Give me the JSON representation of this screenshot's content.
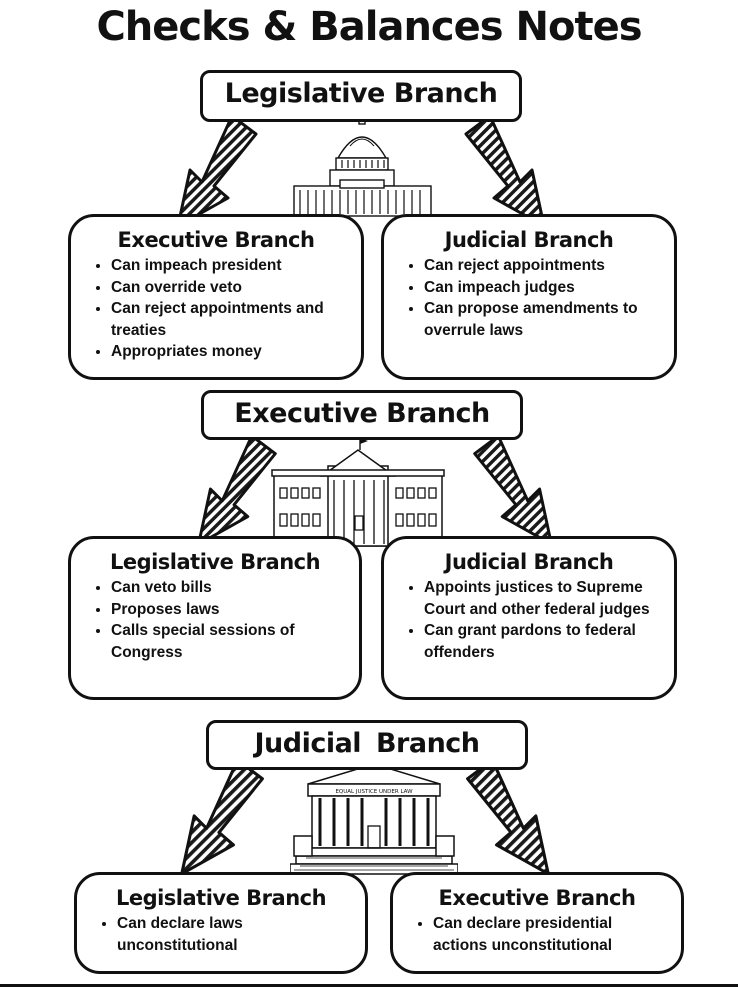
{
  "title": "Checks & Balances Notes",
  "sections": [
    {
      "branch": "Legislative Branch",
      "building_icon": "capitol-building",
      "cards": [
        {
          "title": "Executive Branch",
          "items": [
            "Can impeach president",
            "Can override veto",
            "Can reject appointments and treaties",
            "Appropriates money"
          ]
        },
        {
          "title": "Judicial Branch",
          "items": [
            "Can reject appointments",
            "Can impeach judges",
            "Can propose amendments to overrule laws"
          ]
        }
      ]
    },
    {
      "branch": "Executive Branch",
      "building_icon": "white-house",
      "cards": [
        {
          "title": "Legislative Branch",
          "items": [
            "Can veto bills",
            "Proposes laws",
            "Calls special sessions of Congress"
          ]
        },
        {
          "title": "Judicial Branch",
          "items": [
            "Appoints justices to Supreme Court and other federal judges",
            "Can grant pardons to federal offenders"
          ]
        }
      ]
    },
    {
      "branch": "Judicial Branch",
      "building_icon": "supreme-court-building",
      "building_inscription": "EQUAL JUSTICE UNDER LAW",
      "cards": [
        {
          "title": "Legislative Branch",
          "items": [
            "Can declare laws unconstitutional"
          ]
        },
        {
          "title": "Executive Branch",
          "items": [
            "Can declare presidential actions unconstitutional"
          ]
        }
      ]
    }
  ]
}
